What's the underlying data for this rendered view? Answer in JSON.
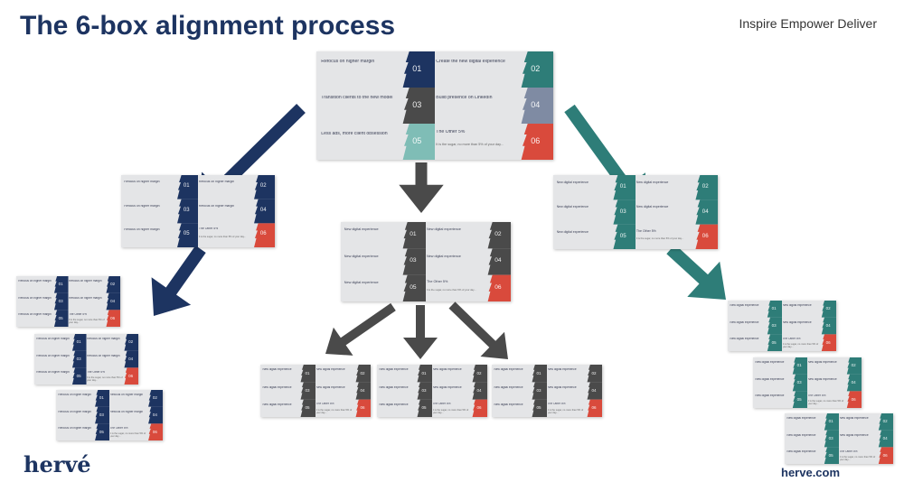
{
  "header": {
    "title": "The 6-box alignment process",
    "tagline": "Inspire Empower Deliver"
  },
  "footer": {
    "logo": "hervé",
    "site": "herve.com"
  },
  "colors": {
    "navy": "#1d3461",
    "gray": "#4a4a4a",
    "teal": "#2e7d78",
    "red": "#d94a3c",
    "box_bg": "#e4e5e7"
  },
  "main_box": {
    "left": [
      "Refocus on higher margin",
      "Transition clients to the new model",
      "Less ads, more client obsession"
    ],
    "right": [
      "Create the new digital experience",
      "Build presence on LinkedIn",
      "The Other 5%"
    ],
    "nums": [
      "01",
      "02",
      "03",
      "04",
      "05",
      "06"
    ],
    "footnote": "It is the sugar, no more than 5% of your day..."
  },
  "navy_box": {
    "left": [
      "Refocus on higher margin",
      "Refocus on higher margin",
      "Refocus on higher margin"
    ],
    "right": [
      "Refocus on higher margin",
      "Refocus on higher margin",
      "The Other 5%"
    ],
    "nums": [
      "01",
      "02",
      "03",
      "04",
      "05",
      "06"
    ],
    "footnote": "It is the sugar, no more than 5% of your day..."
  },
  "gray_box": {
    "left": [
      "New digital experience",
      "New digital experience",
      "New digital experience"
    ],
    "right": [
      "New digital experience",
      "New digital experience",
      "The Other 5%"
    ],
    "nums": [
      "01",
      "02",
      "03",
      "04",
      "05",
      "06"
    ],
    "footnote": "It is the sugar, no more than 5% of your day..."
  },
  "teal_box": {
    "left": [
      "New digital experience",
      "New digital experience",
      "New digital experience"
    ],
    "right": [
      "New digital experience",
      "New digital experience",
      "The Other 5%"
    ],
    "nums": [
      "01",
      "02",
      "03",
      "04",
      "05",
      "06"
    ],
    "footnote": "It is the sugar, no more than 5% of your day..."
  }
}
